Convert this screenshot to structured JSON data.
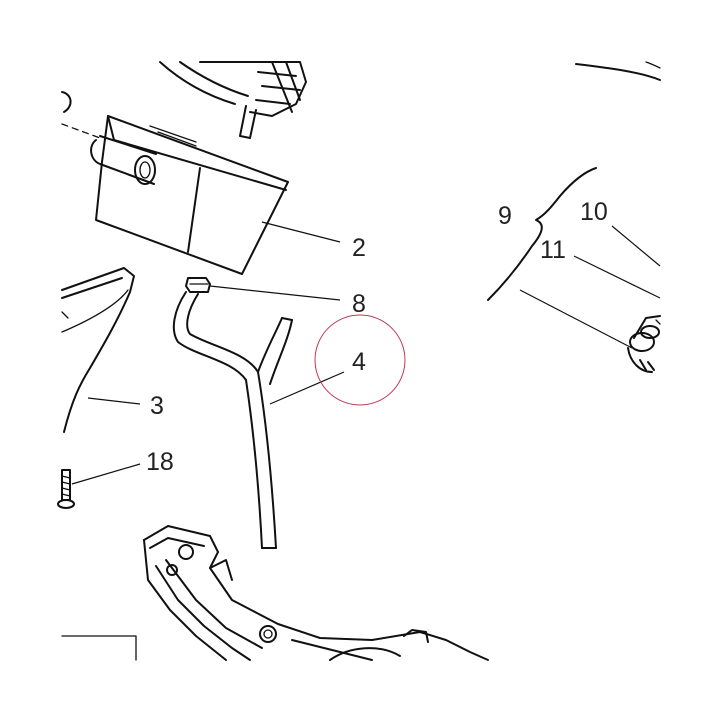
{
  "colors": {
    "line": "#111111",
    "text": "#222222",
    "highlight_circle": "#c0394f",
    "background": "#ffffff"
  },
  "callouts": {
    "c2": "2",
    "c3": "3",
    "c4": "4",
    "c8": "8",
    "c9": "9",
    "c10": "10",
    "c11": "11",
    "c18": "18"
  },
  "highlighted_callout": "4"
}
